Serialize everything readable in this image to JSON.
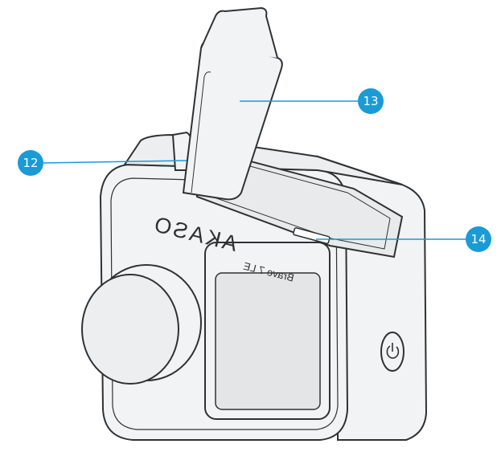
{
  "diagram": {
    "brand_label": "AKASO",
    "model_label": "Brave 7 LE",
    "callouts": [
      {
        "number": "12"
      },
      {
        "number": "13"
      },
      {
        "number": "14"
      }
    ],
    "colors": {
      "callout_fill": "#1a9ad6",
      "callout_line": "#1a9ad6",
      "body_fill": "#f2f3f4",
      "outline": "#2f3133"
    }
  }
}
